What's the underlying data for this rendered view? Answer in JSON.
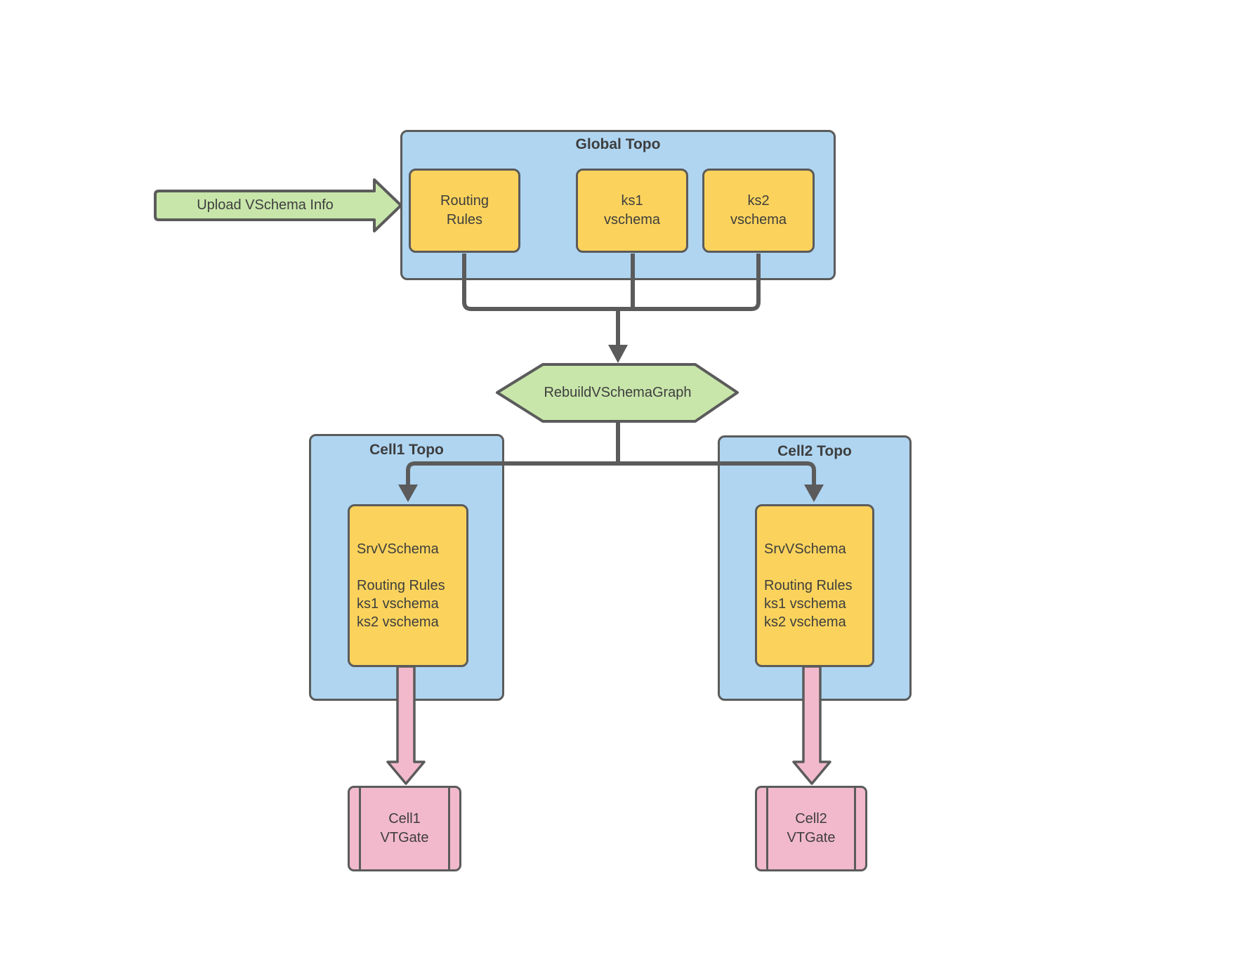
{
  "palette": {
    "container_blue": "#afd5f1",
    "node_yellow": "#fbd35c",
    "accent_green": "#c8e6aa",
    "accent_pink": "#f2b9cc",
    "line_gray": "#5b5b5b",
    "text_dark": "#3e3e3e"
  },
  "upload_arrow": {
    "label": "Upload VSchema Info"
  },
  "global_topo": {
    "title": "Global Topo",
    "nodes": [
      {
        "label": "Routing\nRules"
      },
      {
        "label": "ks1\nvschema"
      },
      {
        "label": "ks2\nvschema"
      }
    ]
  },
  "rebuild_step": {
    "label": "RebuildVSchemaGraph"
  },
  "cells": [
    {
      "title": "Cell1 Topo",
      "srv_vschema": "SrvVSchema\n\nRouting Rules\nks1 vschema\nks2 vschema",
      "vtgate_label": "Cell1\nVTGate"
    },
    {
      "title": "Cell2 Topo",
      "srv_vschema": "SrvVSchema\n\nRouting Rules\nks1 vschema\nks2 vschema",
      "vtgate_label": "Cell2\nVTGate"
    }
  ]
}
